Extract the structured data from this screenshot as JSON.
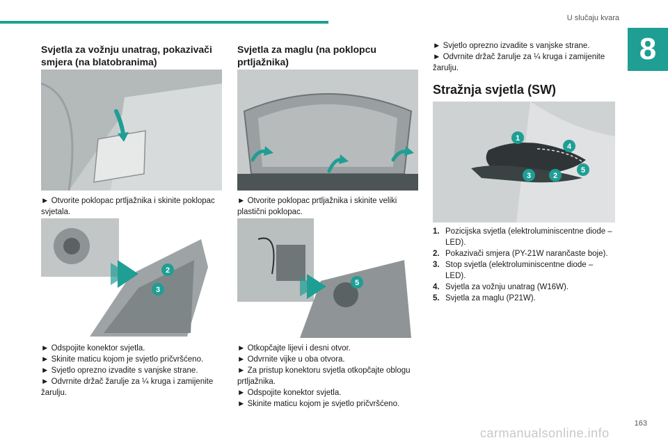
{
  "header": {
    "section": "U slučaju kvara",
    "chapter": "8"
  },
  "col1": {
    "title": "Svjetla za vožnju unatrag, pokazivači smjera (na blatobranima)",
    "step_a": "► Otvorite poklopac prtljažnika i skinite poklopac svjetala.",
    "steps_b": [
      "► Odspojite konektor svjetla.",
      "► Skinite maticu kojom je svjetlo pričvršćeno.",
      "► Svjetlo oprezno izvadite s vanjske strane.",
      "► Odvrnite držač žarulje za ¼ kruga i zamijenite žarulju."
    ],
    "fig_callouts": [
      "2",
      "3"
    ]
  },
  "col2": {
    "title": "Svjetla za maglu (na poklopcu prtljažnika)",
    "step_a": "► Otvorite poklopac prtljažnika i skinite veliki plastični poklopac.",
    "steps_b": [
      "► Otkopčajte lijevi i desni otvor.",
      "► Odvrnite vijke u oba otvora.",
      "► Za pristup konektoru svjetla otkopčajte oblogu prtljažnika.",
      "► Odspojite konektor svjetla.",
      "► Skinite maticu kojom je svjetlo pričvršćeno."
    ],
    "fig_callouts": [
      "5"
    ]
  },
  "col3": {
    "steps_top": [
      "► Svjetlo oprezno izvadite s vanjske strane.",
      "► Odvrnite držač žarulje za ¼ kruga i zamijenite žarulju."
    ],
    "title": "Stražnja svjetla (SW)",
    "fig_callouts": [
      "1",
      "4",
      "3",
      "2",
      "5"
    ],
    "list": [
      {
        "n": "1.",
        "text": "Pozicijska svjetla (elektroluminiscentne diode – LED)."
      },
      {
        "n": "2.",
        "text": "Pokazivači smjera (PY-21W narančaste boje)."
      },
      {
        "n": "3.",
        "text": "Stop svjetla (elektroluminiscentne diode – LED)."
      },
      {
        "n": "4.",
        "text": "Svjetla za vožnju unatrag (W16W)."
      },
      {
        "n": "5.",
        "text": "Svjetla za maglu (P21W)."
      }
    ]
  },
  "footer": {
    "page": "163",
    "watermark": "carmanualsonline.info"
  },
  "colors": {
    "accent": "#1f9e94",
    "callout": "#1f9e94"
  }
}
